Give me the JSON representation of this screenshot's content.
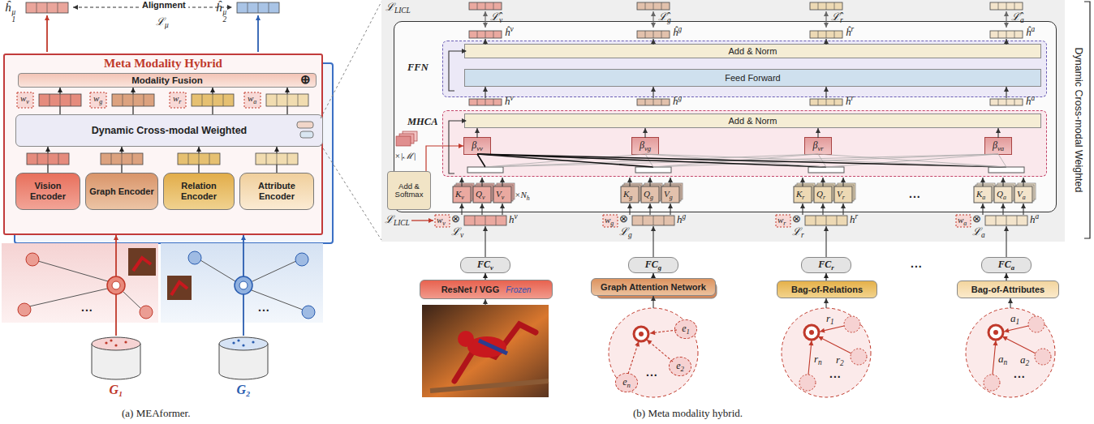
{
  "diagram": {
    "nodes": [
      {
        "text": [
          "Meta Modality Hybrid"
        ]
      },
      {
        "text": [
          "Modality Fusion",
          "⊕"
        ],
        "in": 0
      },
      {
        "text": [
          "Dynamic Cross-modal Weighted"
        ],
        "in": 0
      },
      {
        "text": [
          "Vision Encoder"
        ],
        "in": 0
      },
      {
        "text": [
          "Graph Encoder"
        ],
        "in": 0
      },
      {
        "text": [
          "Relation Encoder"
        ],
        "in": 0
      },
      {
        "text": [
          "Attribute Encoder"
        ],
        "in": 0
      },
      {
        "text": [
          "G₁"
        ]
      },
      {
        "text": [
          "G₂"
        ]
      },
      {
        "text": [
          "Dynamic Cross-modal Weighted"
        ]
      },
      {
        "text": [
          "FFN"
        ],
        "in": 9
      },
      {
        "text": [
          "Add & Norm"
        ],
        "in": 10
      },
      {
        "text": [
          "Feed Forward"
        ],
        "in": 10
      },
      {
        "text": [
          "MHCA"
        ],
        "in": 9
      },
      {
        "text": [
          "Add & Norm"
        ],
        "in": 13
      },
      {
        "text": [
          "β",
          "vv"
        ],
        "in": 13
      },
      {
        "text": [
          "β",
          "vg"
        ],
        "in": 13
      },
      {
        "text": [
          "β",
          "vr"
        ],
        "in": 13
      },
      {
        "text": [
          "β",
          "va"
        ],
        "in": 13
      },
      {
        "text": [
          "Add & Softmax"
        ],
        "in": 9
      },
      {
        "text": [
          "FC",
          "v"
        ]
      },
      {
        "text": [
          "FC",
          "g"
        ]
      },
      {
        "text": [
          "FC",
          "r"
        ]
      },
      {
        "text": [
          "FC",
          "a"
        ]
      },
      {
        "text": [
          "ResNet / VGG",
          "Frozen"
        ]
      },
      {
        "text": [
          "Graph Attention Network"
        ]
      },
      {
        "text": [
          "Bag-of-Relations"
        ]
      },
      {
        "text": [
          "Bag-of-Attributes"
        ]
      },
      {
        "text": [
          "e",
          "1"
        ]
      },
      {
        "text": [
          "e",
          "2"
        ]
      },
      {
        "text": [
          "e",
          "n"
        ]
      }
    ],
    "edges": [
      {
        "from": 3,
        "to": 2,
        "arrow": "to"
      },
      {
        "from": 4,
        "to": 2,
        "arrow": "to"
      },
      {
        "from": 5,
        "to": 2,
        "arrow": "to"
      },
      {
        "from": 6,
        "to": 2,
        "arrow": "to"
      },
      {
        "from": 2,
        "to": 1,
        "arrow": "to"
      },
      {
        "from": 2,
        "to": 1,
        "arrow": "to"
      },
      {
        "from": 2,
        "to": 1,
        "arrow": "to"
      },
      {
        "from": 2,
        "to": 1,
        "arrow": "to"
      },
      {
        "from": 7,
        "to": 0,
        "arrow": "to"
      },
      {
        "from": 8,
        "to": 0,
        "arrow": "to"
      },
      {
        "from": 24,
        "to": 20,
        "arrow": "to"
      },
      {
        "from": 25,
        "to": 21,
        "arrow": "to"
      },
      {
        "from": 26,
        "to": 22,
        "arrow": "to"
      },
      {
        "from": 27,
        "to": 23,
        "arrow": "to"
      },
      {
        "from": 19,
        "to": 15,
        "arrow": "to"
      }
    ],
    "labels": [
      "ĥ",
      "μ",
      "1",
      "Alignment",
      "ĥ",
      "μ",
      "2",
      "ℒ",
      "μ",
      "w",
      "v",
      "w",
      "g",
      "w",
      "r",
      "w",
      "a",
      "...",
      "...",
      "(a) MEAformer.",
      "ℒ",
      "LICL",
      "ℒ̂",
      "v",
      "ℒ̂",
      "g",
      "ℒ̂",
      "r",
      "ℒ̂",
      "a",
      "ĥ",
      "v",
      "ĥ",
      "g",
      "ĥ",
      "r",
      "ĥ",
      "a",
      "h̄",
      "v",
      "h̄",
      "g",
      "h̄",
      "r",
      "h̄",
      "a",
      "×|ℳ|",
      "K",
      "v",
      "Q",
      "v",
      "V",
      "v",
      "×N",
      "h",
      "K",
      "g",
      "Q",
      "g",
      "V",
      "g",
      "K",
      "r",
      "Q",
      "r",
      "V",
      "r",
      "...",
      "K",
      "a",
      "Q",
      "a",
      "V",
      "a",
      "ℒ",
      "LICL",
      "w",
      "v",
      "⊗",
      "h",
      "v",
      "ℒ",
      "v",
      "w",
      "g",
      "⊗",
      "h",
      "g",
      "ℒ",
      "g",
      "w",
      "r",
      "⊗",
      "h",
      "r",
      "ℒ",
      "r",
      "w",
      "a",
      "⊗",
      "h",
      "a",
      "ℒ",
      "a",
      "...",
      "...",
      "r",
      "1",
      "r",
      "2",
      "r",
      "n",
      "...",
      "a",
      "1",
      "a",
      "2",
      "a",
      "n",
      "...",
      "(b) Meta modality hybrid."
    ]
  }
}
